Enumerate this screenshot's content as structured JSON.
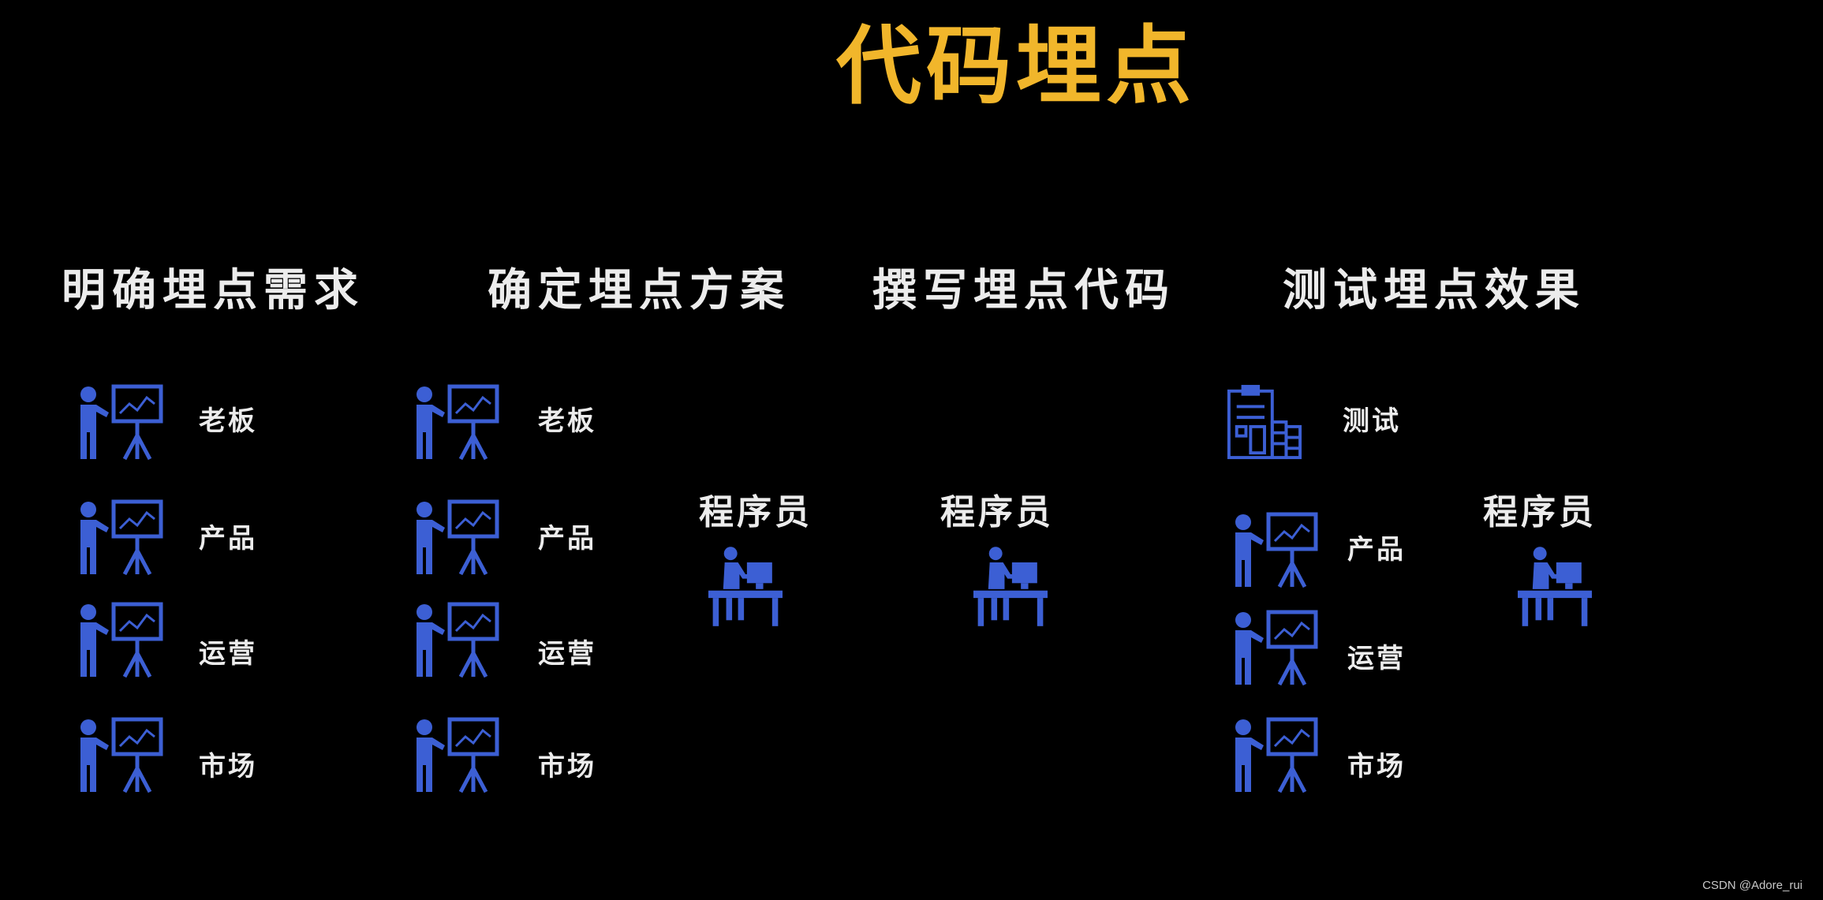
{
  "title": "代码埋点",
  "colors": {
    "background": "#000000",
    "title": "#f1b62b",
    "text": "#ececec",
    "icon": "#3c5fd4"
  },
  "steps": [
    {
      "label": "明确埋点需求",
      "roles": [
        "老板",
        "产品",
        "运营",
        "市场"
      ]
    },
    {
      "label": "确定埋点方案",
      "roles": [
        "老板",
        "产品",
        "运营",
        "市场"
      ],
      "handoff_role": "程序员"
    },
    {
      "label": "撰写埋点代码",
      "handoff_role": "程序员"
    },
    {
      "label": "测试埋点效果",
      "roles": [
        "测试",
        "产品",
        "运营",
        "市场"
      ],
      "handoff_role": "程序员"
    }
  ],
  "icons": {
    "presenter": "presenter-icon",
    "programmer": "programmer-at-desk-icon",
    "tester": "test-report-icon"
  },
  "watermark": "CSDN @Adore_rui"
}
